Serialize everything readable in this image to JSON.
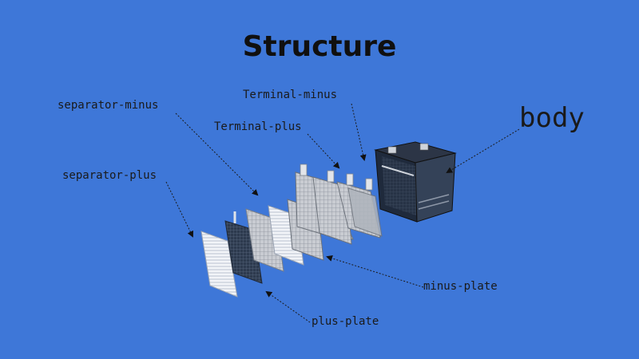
{
  "slide": {
    "title": "Structure"
  },
  "labels": {
    "separator_minus": "separator-minus",
    "terminal_minus": "Terminal-minus",
    "terminal_plus": "Terminal-plus",
    "separator_plus": "separator-plus",
    "body": "body",
    "minus_plate": "minus-plate",
    "plus_plate": "plus-plate"
  },
  "colors": {
    "background": "#3e77d8",
    "text": "#1a1a1a"
  }
}
